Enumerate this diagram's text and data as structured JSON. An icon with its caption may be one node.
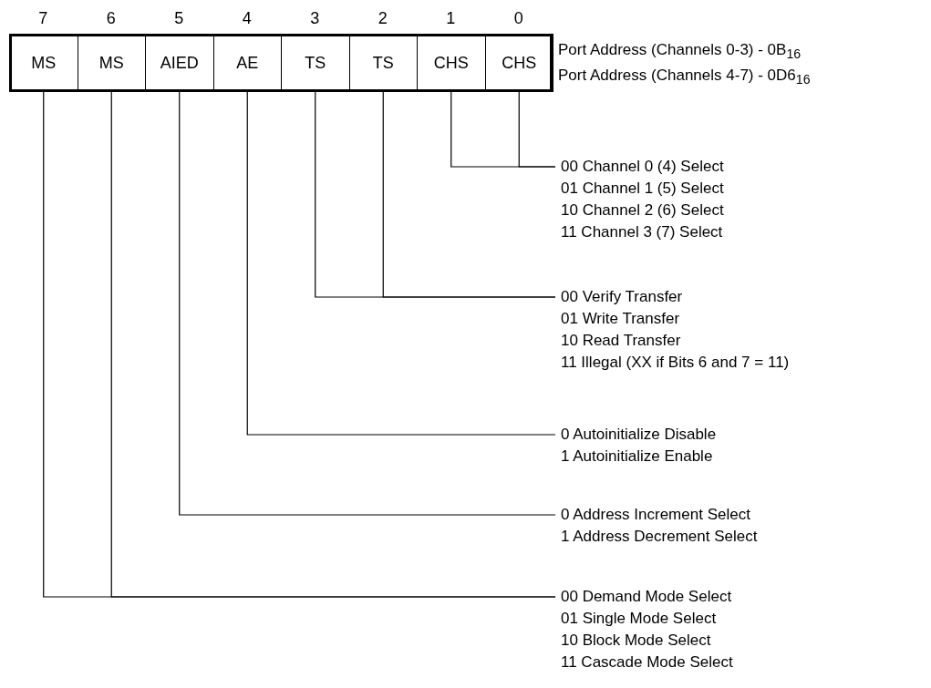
{
  "diagram": {
    "nodes": [
      {
        "text": [
          "MS"
        ],
        "beside": [
          "7"
        ]
      },
      {
        "text": [
          "MS"
        ],
        "beside": [
          "6"
        ]
      },
      {
        "text": [
          "AIED"
        ],
        "beside": [
          "5"
        ]
      },
      {
        "text": [
          "AE"
        ],
        "beside": [
          "4"
        ]
      },
      {
        "text": [
          "TS"
        ],
        "beside": [
          "3"
        ]
      },
      {
        "text": [
          "TS"
        ],
        "beside": [
          "2"
        ]
      },
      {
        "text": [
          "CHS"
        ],
        "beside": [
          "1"
        ]
      },
      {
        "text": [
          "CHS"
        ],
        "beside": [
          "0"
        ]
      },
      {
        "text": [
          "00 Channel 0 (4) Select",
          "01 Channel 1 (5) Select",
          "10 Channel 2 (6) Select",
          "11 Channel 3 (7) Select"
        ]
      },
      {
        "text": [
          "00 Verify Transfer",
          "01 Write Transfer",
          "10 Read Transfer",
          "11 Illegal (XX if Bits 6 and 7 = 11)"
        ]
      },
      {
        "text": [
          "0 Autoinitialize Disable",
          "1 Autoinitialize Enable"
        ]
      },
      {
        "text": [
          "0 Address Increment Select",
          "1 Address Decrement Select"
        ]
      },
      {
        "text": [
          "00 Demand Mode Select",
          "01 Single Mode Select",
          "10 Block Mode Select",
          "11 Cascade Mode Select"
        ]
      }
    ],
    "edges": [
      {
        "from": 6,
        "to": 8,
        "arrow": "none"
      },
      {
        "from": 7,
        "to": 8,
        "arrow": "none"
      },
      {
        "from": 4,
        "to": 9,
        "arrow": "none"
      },
      {
        "from": 5,
        "to": 9,
        "arrow": "none"
      },
      {
        "from": 3,
        "to": 10,
        "arrow": "none"
      },
      {
        "from": 2,
        "to": 11,
        "arrow": "none"
      },
      {
        "from": 0,
        "to": 12,
        "arrow": "none"
      },
      {
        "from": 1,
        "to": 12,
        "arrow": "none"
      }
    ],
    "labels": [
      "Port Address (Channels 0-3) - 0B$_{16}$",
      "Port Address (Channels 4-7) - 0D6$_{16}$"
    ]
  }
}
